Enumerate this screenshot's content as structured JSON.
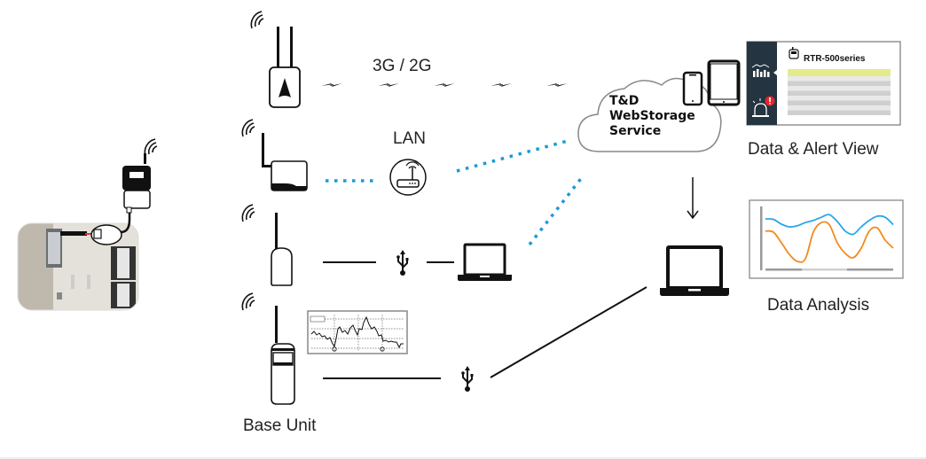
{
  "diagram": {
    "title": "T&D WebStorage Service system overview",
    "logger": {
      "name": "wireless-data-logger",
      "photo": "control-panel-with-sensor"
    },
    "base_units": [
      {
        "id": "cellular",
        "icon": "cellular-base-unit-icon",
        "connection": "3G / 2G",
        "link_style": "wireless-bolts"
      },
      {
        "id": "lan",
        "icon": "lan-base-unit-icon",
        "connection": "LAN",
        "link_style": "blue-dotted",
        "via": "router-icon"
      },
      {
        "id": "usb-pc",
        "icon": "usb-base-unit-icon",
        "connection": "USB",
        "link_style": "solid",
        "via": "laptop-icon"
      },
      {
        "id": "handheld",
        "icon": "handheld-base-unit-icon",
        "connection": "USB",
        "link_style": "solid",
        "via": "laptop-icon"
      }
    ],
    "labels": {
      "cellular": "3G / 2G",
      "lan": "LAN",
      "base_unit": "Base Unit",
      "cloud_line1": "T&D",
      "cloud_line2": "WebStorage",
      "cloud_line3": "Service",
      "data_alert_view": "Data & Alert View",
      "data_analysis": "Data Analysis",
      "panel_title": "RTR-500series"
    },
    "colors": {
      "link_blue": "#1a9ad9",
      "line_black": "#111111",
      "cloud_outline": "#888888",
      "panel_sidebar": "#243441",
      "panel_highlight_row": "#e4eb8a",
      "panel_row_dark": "#cfcfcf",
      "panel_row_light": "#e9e9e9",
      "alert_red": "#e3262c",
      "series_blue": "#2ba6e8",
      "series_orange": "#f38a1e"
    }
  },
  "chart_data": {
    "type": "line",
    "title": "Data Analysis",
    "xlabel": "",
    "ylabel": "",
    "series": [
      {
        "name": "blue",
        "values": [
          0.85,
          0.84,
          0.75,
          0.7,
          0.72,
          0.78,
          0.82,
          0.88,
          0.93,
          0.8,
          0.62,
          0.56,
          0.7,
          0.82,
          0.9,
          0.88,
          0.74
        ]
      },
      {
        "name": "orange",
        "values": [
          0.62,
          0.6,
          0.4,
          0.18,
          0.05,
          0.1,
          0.6,
          0.78,
          0.74,
          0.4,
          0.2,
          0.12,
          0.3,
          0.62,
          0.68,
          0.45,
          0.3
        ]
      }
    ]
  }
}
